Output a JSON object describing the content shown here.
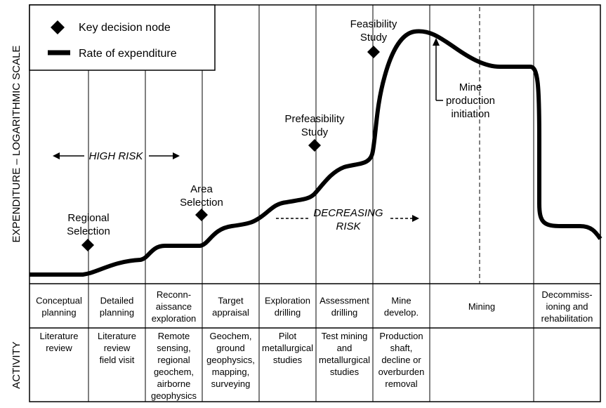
{
  "colors": {
    "ink": "#000000",
    "background": "#ffffff"
  },
  "legend": {
    "decision_label": "Key decision node",
    "expenditure_label": "Rate of expenditure",
    "decision_icon": "diamond-icon",
    "expenditure_icon": "thick-line-icon"
  },
  "y_axis_label": "EXPENDITURE – LOGARITHMIC SCALE",
  "activity_axis_label": "ACTIVITY",
  "risk": {
    "high": "HIGH RISK",
    "decreasing_line1": "DECREASING",
    "decreasing_line2": "RISK"
  },
  "decision_nodes": [
    {
      "line1": "Regional",
      "line2": "Selection"
    },
    {
      "line1": "Area",
      "line2": "Selection"
    },
    {
      "line1": "Prefeasibility",
      "line2": "Study"
    },
    {
      "line1": "Feasibility",
      "line2": "Study"
    }
  ],
  "mine_production": {
    "line1": "Mine",
    "line2": "production",
    "line3": "initiation"
  },
  "stages": [
    {
      "lines": [
        "Conceptual",
        "planning"
      ]
    },
    {
      "lines": [
        "Detailed",
        "planning"
      ]
    },
    {
      "lines": [
        "Reconn-",
        "aissance",
        "exploration"
      ]
    },
    {
      "lines": [
        "Target",
        "appraisal"
      ]
    },
    {
      "lines": [
        "Exploration",
        "drilling"
      ]
    },
    {
      "lines": [
        "Assessment",
        "drilling"
      ]
    },
    {
      "lines": [
        "Mine",
        "develop."
      ]
    },
    {
      "lines": [
        "Mining"
      ]
    },
    {
      "lines": [
        "Decommiss-",
        "ioning and",
        "rehabilitation"
      ]
    }
  ],
  "activities": [
    {
      "lines": [
        "Literature",
        "review"
      ]
    },
    {
      "lines": [
        "Literature",
        "review",
        "field visit"
      ]
    },
    {
      "lines": [
        "Remote",
        "sensing,",
        "regional",
        "geochem,",
        "airborne",
        "geophysics"
      ]
    },
    {
      "lines": [
        "Geochem,",
        "ground",
        "geophysics,",
        "mapping,",
        "surveying"
      ]
    },
    {
      "lines": [
        "Pilot",
        "metallurgical",
        "studies"
      ]
    },
    {
      "lines": [
        "Test mining",
        "and",
        "metallurgical",
        "studies"
      ]
    },
    {
      "lines": [
        "Production",
        "shaft,",
        "decline or",
        "overburden",
        "removal"
      ]
    },
    {
      "lines": []
    },
    {
      "lines": []
    }
  ]
}
